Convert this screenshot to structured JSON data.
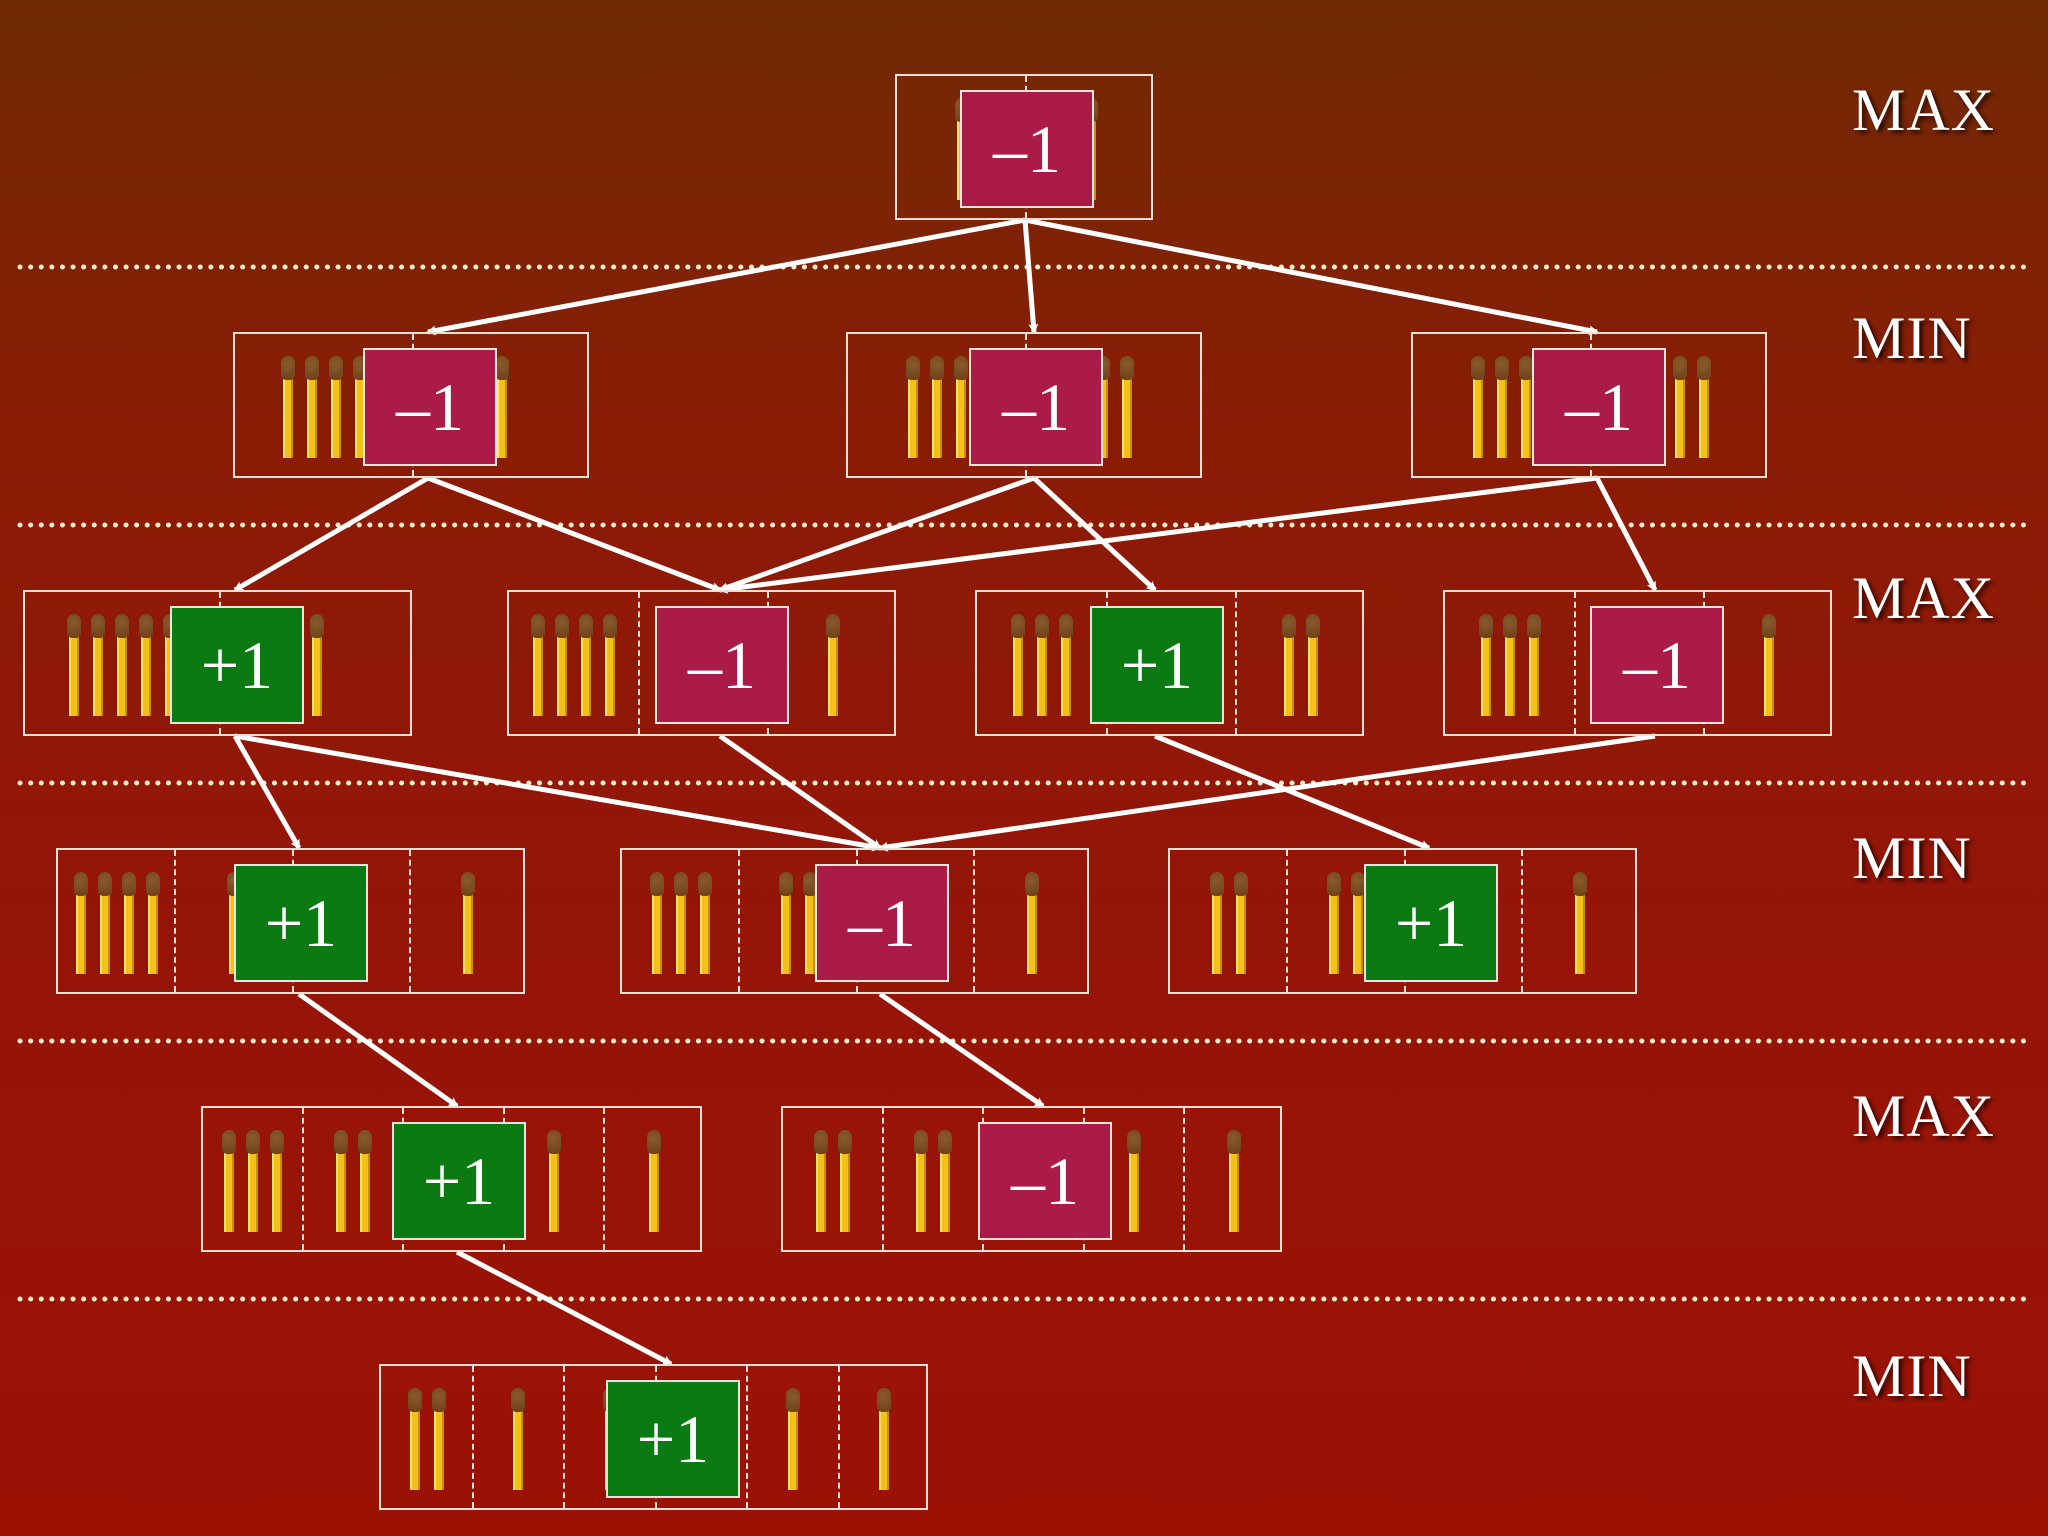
{
  "colors": {
    "value_negative": "#aa1b47",
    "value_positive": "#0b7a12",
    "match_stick": "#f4c01a",
    "match_head": "#6b3f18",
    "edge": "#ffffff",
    "separator_dots": "#f3eccc"
  },
  "levels": [
    {
      "label": "MAX"
    },
    {
      "label": "MIN"
    },
    {
      "label": "MAX"
    },
    {
      "label": "MIN"
    },
    {
      "label": "MAX"
    },
    {
      "label": "MIN"
    }
  ],
  "nodes": [
    {
      "id": "n0",
      "level": 0,
      "piles": [
        1,
        1
      ],
      "value": "–1",
      "sign": "neg"
    },
    {
      "id": "n1a",
      "level": 1,
      "piles": [
        4,
        1
      ],
      "value": "–1",
      "sign": "neg"
    },
    {
      "id": "n1b",
      "level": 1,
      "piles": [
        3,
        2
      ],
      "value": "–1",
      "sign": "neg"
    },
    {
      "id": "n1c",
      "level": 1,
      "piles": [
        3,
        3
      ],
      "value": "–1",
      "sign": "neg"
    },
    {
      "id": "n2a",
      "level": 2,
      "piles": [
        5,
        1
      ],
      "value": "+1",
      "sign": "pos"
    },
    {
      "id": "n2b",
      "level": 2,
      "piles": [
        4,
        2,
        1
      ],
      "value": "–1",
      "sign": "neg"
    },
    {
      "id": "n2c",
      "level": 2,
      "piles": [
        3,
        2,
        2
      ],
      "value": "+1",
      "sign": "pos"
    },
    {
      "id": "n2d",
      "level": 2,
      "piles": [
        3,
        2,
        1
      ],
      "value": "–1",
      "sign": "neg"
    },
    {
      "id": "n3a",
      "level": 3,
      "piles": [
        4,
        1,
        1,
        1
      ],
      "value": "+1",
      "sign": "pos"
    },
    {
      "id": "n3b",
      "level": 3,
      "piles": [
        3,
        2,
        1,
        1
      ],
      "value": "–1",
      "sign": "neg"
    },
    {
      "id": "n3c",
      "level": 3,
      "piles": [
        2,
        2,
        2,
        1
      ],
      "value": "+1",
      "sign": "pos"
    },
    {
      "id": "n4a",
      "level": 4,
      "piles": [
        3,
        2,
        1,
        1,
        1
      ],
      "value": "+1",
      "sign": "pos"
    },
    {
      "id": "n4b",
      "level": 4,
      "piles": [
        2,
        2,
        1,
        1,
        1
      ],
      "value": "–1",
      "sign": "neg"
    },
    {
      "id": "n5a",
      "level": 5,
      "piles": [
        2,
        1,
        1,
        1,
        1,
        1
      ],
      "value": "+1",
      "sign": "pos"
    }
  ],
  "edges": [
    [
      "n0",
      "n1a"
    ],
    [
      "n0",
      "n1b"
    ],
    [
      "n0",
      "n1c"
    ],
    [
      "n1a",
      "n2a"
    ],
    [
      "n1a",
      "n2b"
    ],
    [
      "n1b",
      "n2b"
    ],
    [
      "n1b",
      "n2c"
    ],
    [
      "n1c",
      "n2b"
    ],
    [
      "n1c",
      "n2d"
    ],
    [
      "n2a",
      "n3a"
    ],
    [
      "n2a",
      "n3b"
    ],
    [
      "n2b",
      "n3b"
    ],
    [
      "n2c",
      "n3c"
    ],
    [
      "n2d",
      "n3b"
    ],
    [
      "n3a",
      "n4a"
    ],
    [
      "n3b",
      "n4b"
    ],
    [
      "n4a",
      "n5a"
    ]
  ]
}
